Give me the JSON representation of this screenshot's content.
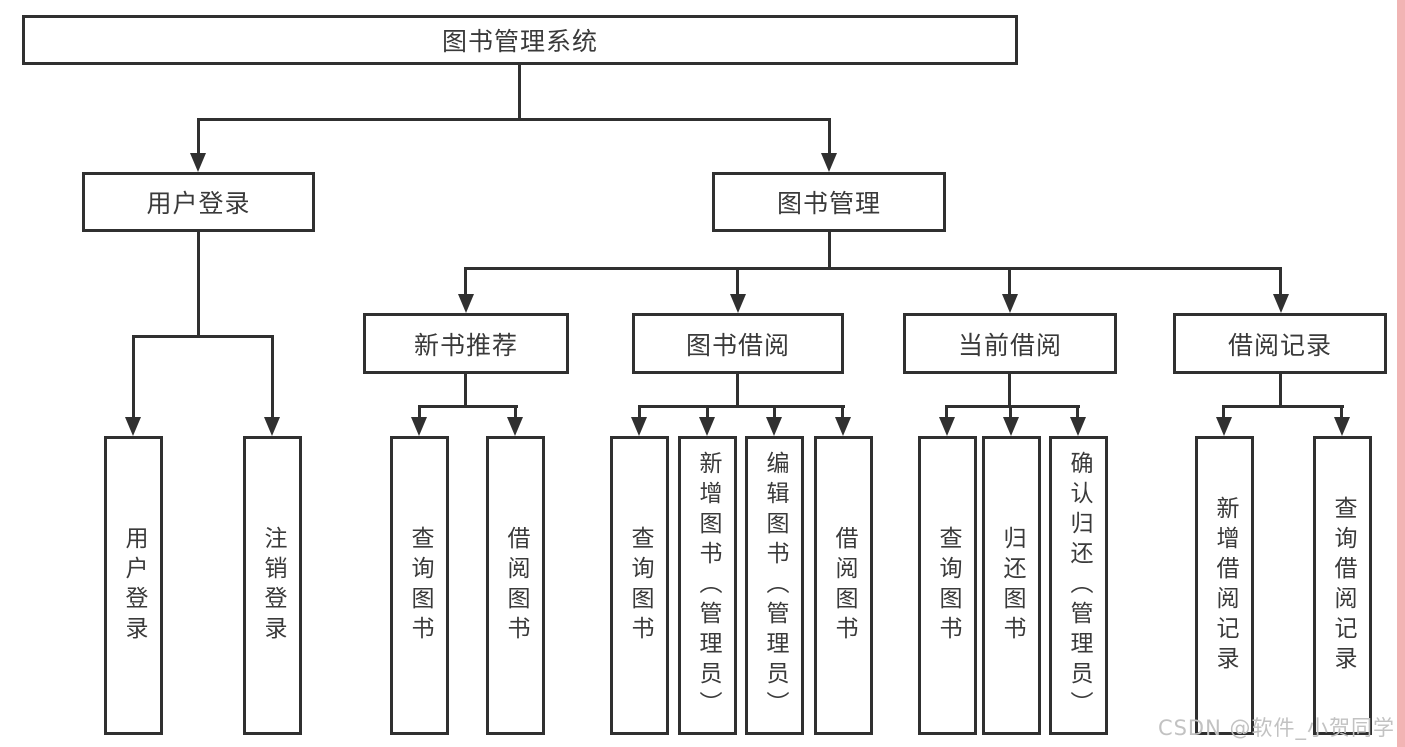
{
  "tree": {
    "root": "图书管理系统",
    "branches": [
      {
        "label": "用户登录",
        "children": [
          "用户登录",
          "注销登录"
        ]
      },
      {
        "label": "图书管理",
        "groups": [
          {
            "label": "新书推荐",
            "children": [
              "查询图书",
              "借阅图书"
            ]
          },
          {
            "label": "图书借阅",
            "children": [
              "查询图书",
              "新增图书（管理员）",
              "编辑图书（管理员）",
              "借阅图书"
            ]
          },
          {
            "label": "当前借阅",
            "children": [
              "查询图书",
              "归还图书",
              "确认归还（管理员）"
            ]
          },
          {
            "label": "借阅记录",
            "children": [
              "新增借阅记录",
              "查询借阅记录"
            ]
          }
        ]
      }
    ]
  },
  "watermark": {
    "text": "CSDN @软件_小贺同学"
  },
  "colors": {
    "line": "#303030",
    "box_border": "#303030",
    "text": "#3a3a3a",
    "watermark_text": "#c2c2c2",
    "right_strip": "#f2b4b4",
    "background": "#ffffff"
  }
}
